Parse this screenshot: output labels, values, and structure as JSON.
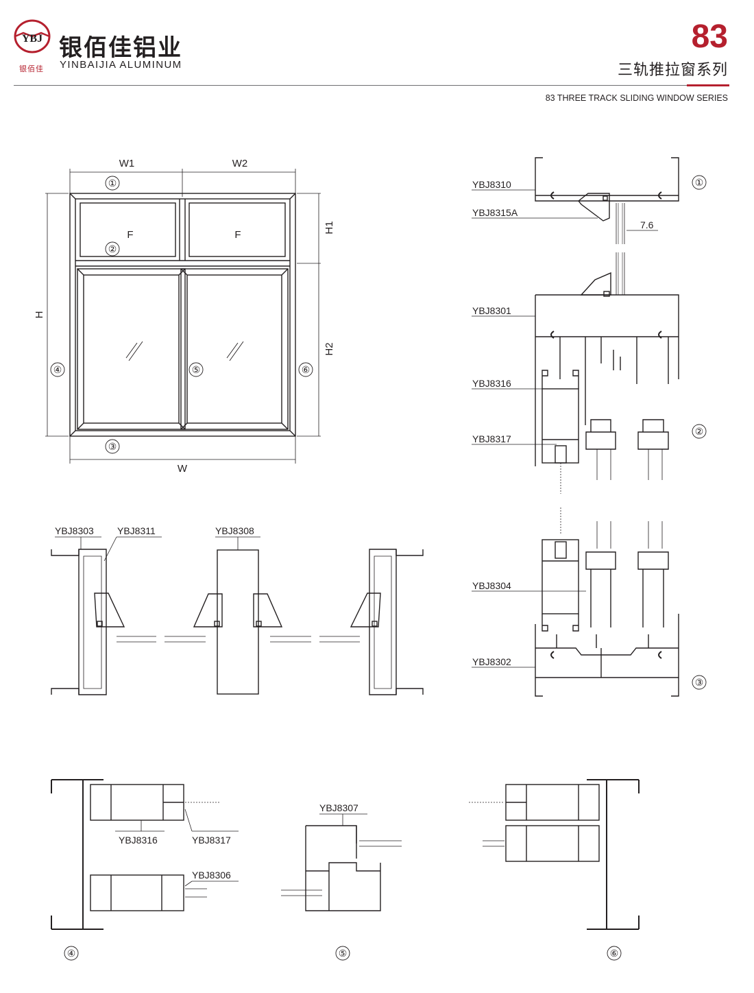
{
  "header": {
    "logo_text": "YBJ",
    "logo_sub": "银佰佳",
    "brand_cn": "银佰佳铝业",
    "brand_en": "YINBAIJIA ALUMINUM",
    "series_number": "83",
    "series_cn": "三轨推拉窗系列",
    "series_en": "83 THREE TRACK SLIDING WINDOW SERIES"
  },
  "colors": {
    "accent": "#b5202e",
    "line": "#231f20"
  },
  "elevation": {
    "dims": {
      "w1": "W1",
      "w2": "W2",
      "w": "W",
      "h": "H",
      "h1": "H1",
      "h2": "H2"
    },
    "panes": {
      "left_fixed": "F",
      "right_fixed": "F"
    },
    "markers": {
      "m1": "①",
      "m2": "②",
      "m3": "③",
      "m4": "④",
      "m5": "⑤",
      "m6": "⑥"
    }
  },
  "vertical_section": {
    "labels": {
      "p8310": "YBJ8310",
      "p8315a": "YBJ8315A",
      "p8301": "YBJ8301",
      "p8316": "YBJ8316",
      "p8317": "YBJ8317",
      "p8304": "YBJ8304",
      "p8302": "YBJ8302"
    },
    "dimension": "7.6",
    "markers": {
      "m1": "①",
      "m2": "②",
      "m3": "③"
    }
  },
  "fixed_section": {
    "labels": {
      "p8303": "YBJ8303",
      "p8311": "YBJ8311",
      "p8308": "YBJ8308"
    }
  },
  "horizontal_section": {
    "labels": {
      "p8316": "YBJ8316",
      "p8317": "YBJ8317",
      "p8306": "YBJ8306",
      "p8307": "YBJ8307"
    },
    "markers": {
      "m4": "④",
      "m5": "⑤",
      "m6": "⑥"
    }
  }
}
